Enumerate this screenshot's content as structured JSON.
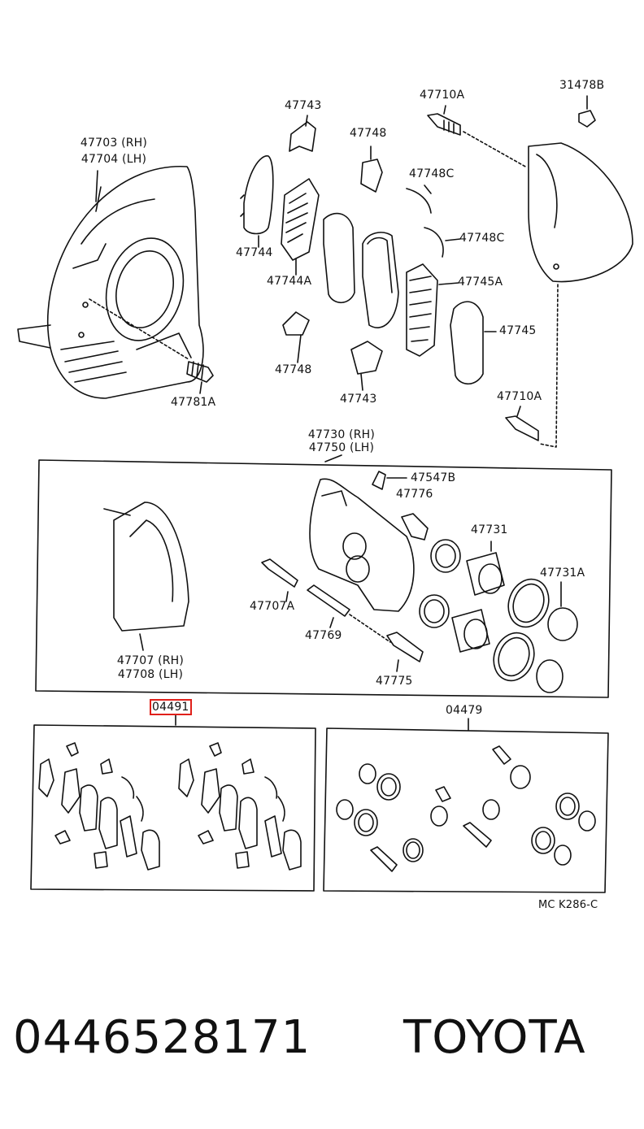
{
  "labels": {
    "p47703": "47703 (RH)",
    "p47704": "47704 (LH)",
    "p47743a": "47743",
    "p47748a": "47748",
    "p47710a_top": "47710A",
    "p31478b": "31478B",
    "p47748c_1": "47748C",
    "p47748c_2": "47748C",
    "p47744": "47744",
    "p47744a": "47744A",
    "p47745a": "47745A",
    "p47745": "47745",
    "p47748b": "47748",
    "p47743b": "47743",
    "p47781a": "47781A",
    "p47710a_mid": "47710A",
    "p47730": "47730 (RH)",
    "p47750": "47750 (LH)",
    "p47547b": "47547B",
    "p47776": "47776",
    "p47731": "47731",
    "p47731a": "47731A",
    "p47707a": "47707A",
    "p47769": "47769",
    "p47775": "47775",
    "p47707": "47707 (RH)",
    "p47708": "47708 (LH)",
    "p04491": "04491",
    "p04479": "04479",
    "ref": "MC K286-C"
  },
  "footer": {
    "part_number": "0446528171",
    "brand": "TOYOTA"
  },
  "colors": {
    "line": "#111111",
    "highlight": "#e0201a"
  }
}
